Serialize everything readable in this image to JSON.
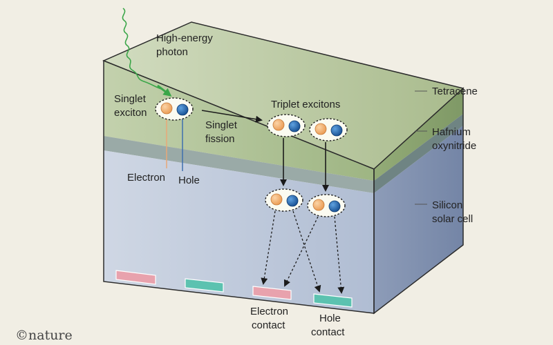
{
  "labels": {
    "photon_line1": "High-energy",
    "photon_line2": "photon",
    "singlet_line1": "Singlet",
    "singlet_line2": "exciton",
    "fission_line1": "Singlet",
    "fission_line2": "fission",
    "triplet": "Triplet excitons",
    "electron": "Electron",
    "hole": "Hole",
    "tetracene": "Tetracene",
    "hafnium_line1": "Hafnium",
    "hafnium_line2": "oxynitride",
    "silicon_line1": "Silicon",
    "silicon_line2": "solar cell",
    "electron_contact_line1": "Electron",
    "electron_contact_line2": "contact",
    "hole_contact_line1": "Hole",
    "hole_contact_line2": "contact"
  },
  "credit": "©nature",
  "colors": {
    "background": "#f1eee4",
    "tetracene": "#b3c59a",
    "hafnium": "#9aaaa7",
    "silicon": "#b7c3d7",
    "electron": "#f0a868",
    "hole": "#1f68b3",
    "photon": "#3aa648",
    "electron_contact": "#e8a2ad",
    "hole_contact": "#5cc2b0"
  }
}
